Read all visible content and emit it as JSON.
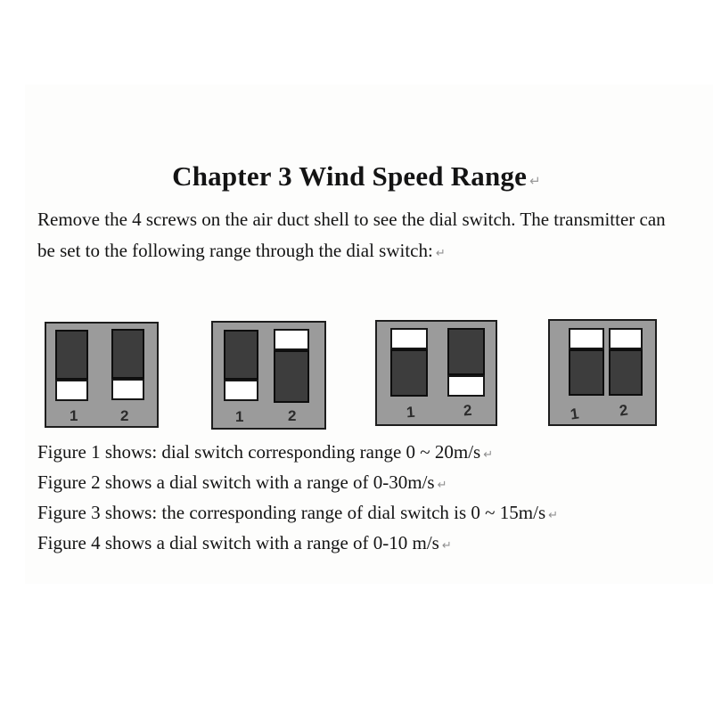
{
  "document": {
    "title": "Chapter 3 Wind Speed Range",
    "intro_lines": [
      "Remove the 4 screws on the air duct shell to see the dial switch. The transmitter can",
      "be set to the following range through the dial switch:"
    ],
    "return_mark": "↵"
  },
  "figures": [
    {
      "name": "figure-1",
      "switch_labels": [
        "1",
        "2"
      ],
      "switch_positions": [
        "down",
        "down"
      ],
      "range": "0 ~ 20m/s"
    },
    {
      "name": "figure-2",
      "switch_labels": [
        "1",
        "2"
      ],
      "switch_positions": [
        "down",
        "up"
      ],
      "range": "0-30m/s"
    },
    {
      "name": "figure-3",
      "switch_labels": [
        "1",
        "2"
      ],
      "switch_positions": [
        "up",
        "down"
      ],
      "range": "0 ~ 15m/s"
    },
    {
      "name": "figure-4",
      "switch_labels": [
        "1",
        "2"
      ],
      "switch_positions": [
        "up",
        "up"
      ],
      "range": "0-10 m/s"
    }
  ],
  "captions": [
    "Figure 1 shows: dial switch corresponding range 0 ~ 20m/s",
    "Figure 2 shows a dial switch with a range of 0-30m/s",
    "Figure 3 shows: the corresponding range of dial switch is 0 ~ 15m/s",
    "Figure 4 shows a dial switch with a range of 0-10 m/s"
  ],
  "colors": {
    "page_background": "#ffffff",
    "panel_gray": "#9b9b9b",
    "switch_dark": "#3d3d3d",
    "switch_white": "#ffffff",
    "border_dark": "#1d1d1d",
    "text": "#141414",
    "return_mark_gray": "#8f8f8f"
  }
}
